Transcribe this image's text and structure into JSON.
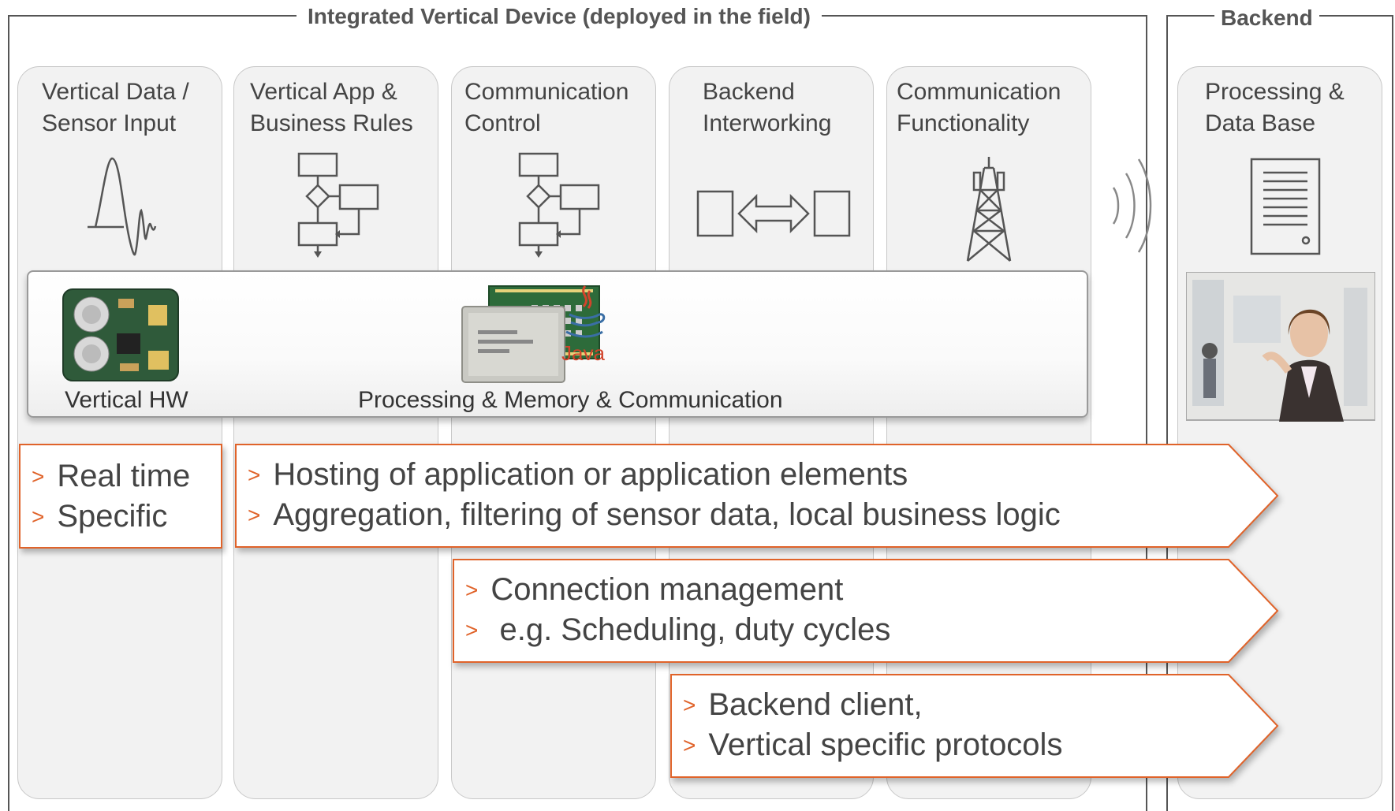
{
  "device_frame": {
    "title": "Integrated Vertical Device (deployed in the field)"
  },
  "backend_frame": {
    "title": "Backend"
  },
  "columns": [
    {
      "title": "Vertical Data /\nSensor Input",
      "icon": "sensor-waveform-icon"
    },
    {
      "title": "Vertical App &\nBusiness Rules",
      "icon": "flowchart-icon"
    },
    {
      "title": "Communication\nControl",
      "icon": "flowchart-icon"
    },
    {
      "title": "Backend\nInterworking",
      "icon": "bidirectional-arrow-icon"
    },
    {
      "title": "Communication\nFunctionality",
      "icon": "radio-tower-icon"
    },
    {
      "title": "Processing &\nData Base",
      "icon": "server-icon"
    }
  ],
  "hw_band": {
    "left_label": "Vertical HW",
    "center_label": "Processing & Memory & Communication",
    "java_label": "Java"
  },
  "boxes": [
    {
      "bullets": [
        "Real time",
        "Specific"
      ]
    },
    {
      "bullets": [
        "Hosting of application or application elements",
        "Aggregation, filtering of sensor data, local business logic"
      ]
    },
    {
      "bullets": [
        "Connection management",
        " e.g. Scheduling, duty cycles"
      ]
    },
    {
      "bullets": [
        "Backend client,",
        "Vertical specific protocols"
      ]
    }
  ],
  "colors": {
    "accent": "#e0632a",
    "frame": "#555555",
    "column_fill": "#f2f2f2"
  },
  "bullet_marker": ">"
}
